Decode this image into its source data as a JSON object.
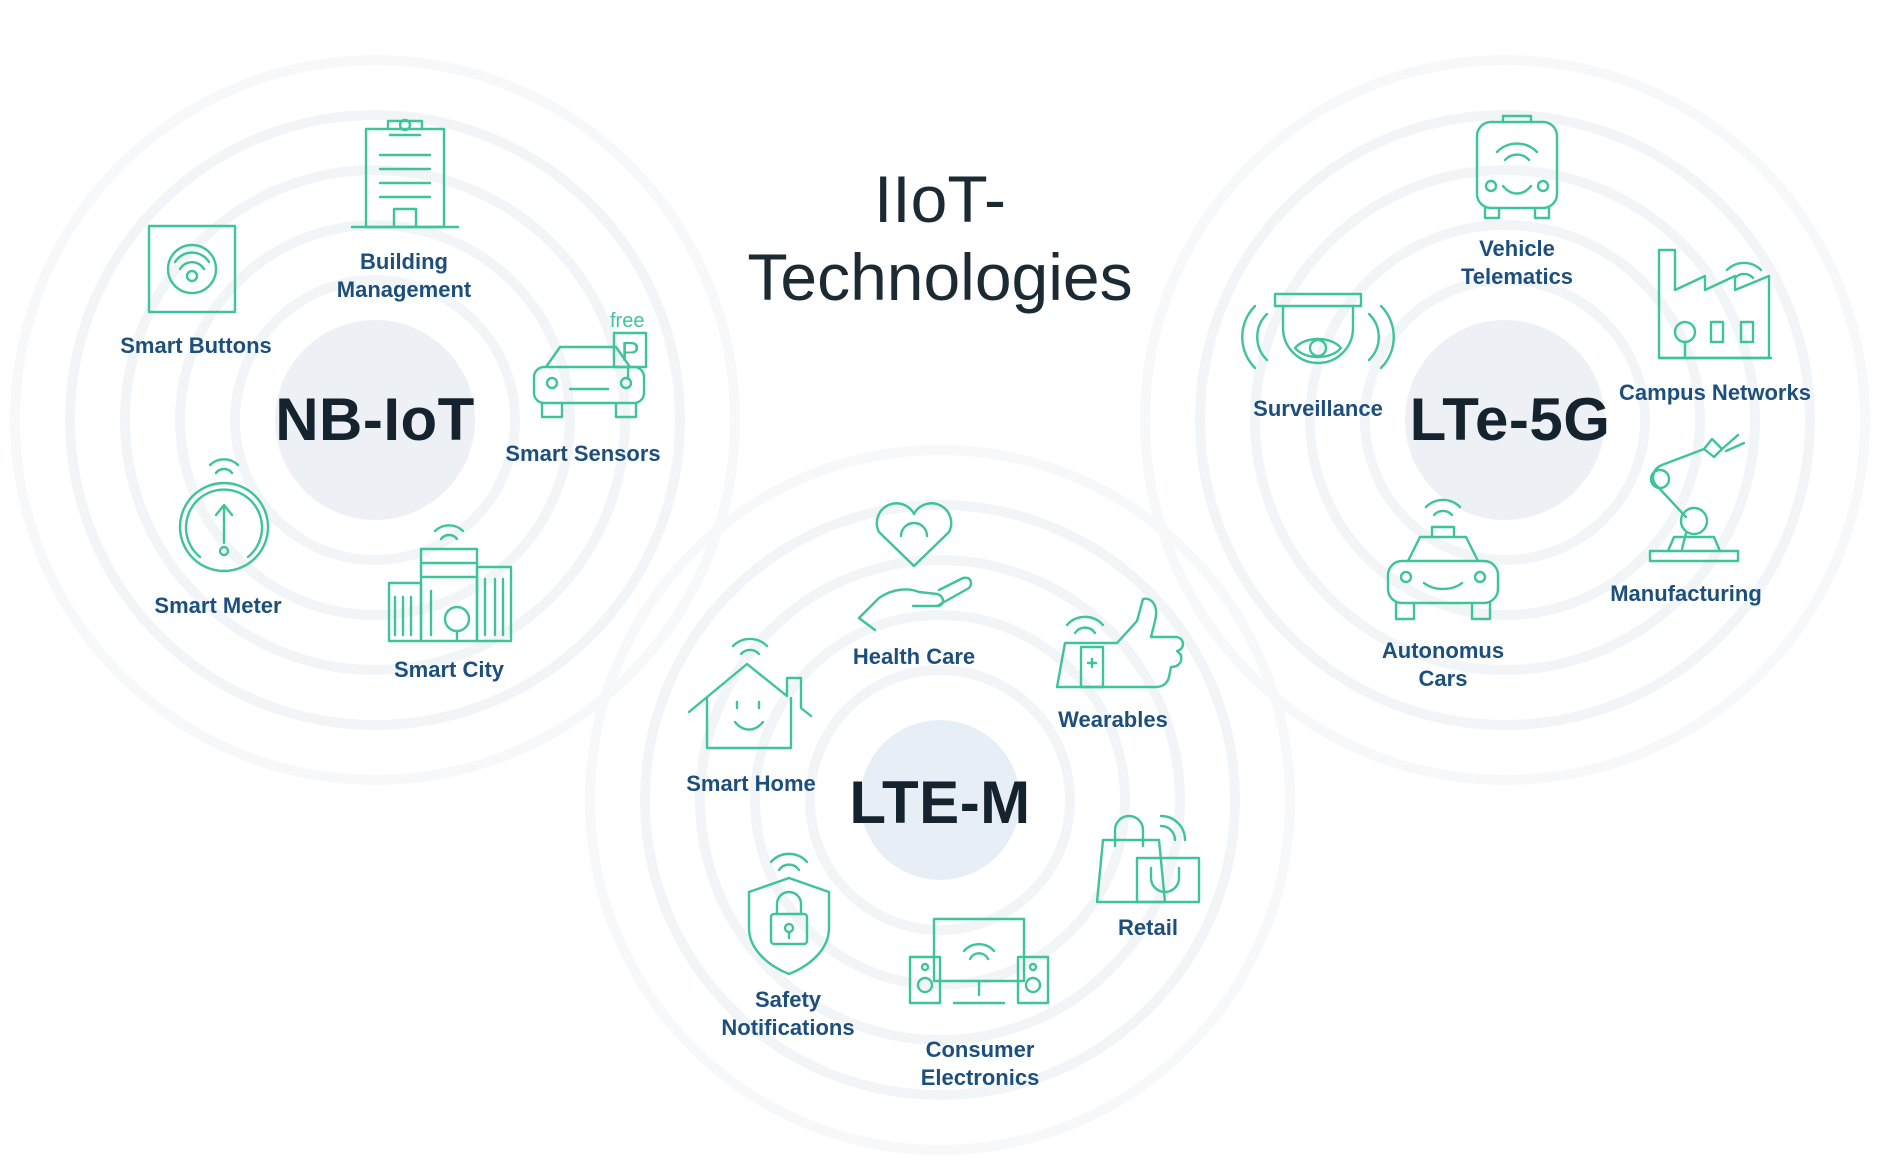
{
  "title": {
    "line1": "IIoT-",
    "line2": "Technologies"
  },
  "colors": {
    "icon": "#3ec39a",
    "label": "#1d4f7c",
    "hub": "#14232d",
    "ring": "#f1f4f7",
    "core": "#e9eef5"
  },
  "clusters": {
    "nbiot": {
      "name": "NB-IoT",
      "items": {
        "building": {
          "line1": "Building",
          "line2": "Management",
          "icon": "clipboard-building-icon"
        },
        "buttons": {
          "label": "Smart Buttons",
          "icon": "smart-button-icon"
        },
        "sensors": {
          "label": "Smart Sensors",
          "icon": "parking-car-icon",
          "sign_text": "free",
          "sign_letter": "P"
        },
        "meter": {
          "label": "Smart Meter",
          "icon": "meter-gauge-icon"
        },
        "city": {
          "label": "Smart City",
          "icon": "city-buildings-icon"
        }
      }
    },
    "ltem": {
      "name": "LTE-M",
      "items": {
        "health": {
          "label": "Health Care",
          "icon": "heart-hand-icon"
        },
        "wearables": {
          "label": "Wearables",
          "icon": "wearable-thumb-icon"
        },
        "home": {
          "label": "Smart Home",
          "icon": "smart-home-icon"
        },
        "retail": {
          "label": "Retail",
          "icon": "shopping-bags-icon"
        },
        "safety": {
          "line1": "Safety",
          "line2": "Notifications",
          "icon": "shield-lock-icon"
        },
        "consumer": {
          "line1": "Consumer",
          "line2": "Electronics",
          "icon": "tv-speakers-icon"
        }
      }
    },
    "lte5g": {
      "name": "LTe-5G",
      "items": {
        "telematics": {
          "line1": "Vehicle",
          "line2": "Telematics",
          "icon": "vehicle-front-icon"
        },
        "campus": {
          "label": "Campus Networks",
          "icon": "factory-icon"
        },
        "surveillance": {
          "label": "Surveillance",
          "icon": "camera-eye-icon"
        },
        "manufacturing": {
          "label": "Manufacturing",
          "icon": "robot-arm-icon"
        },
        "autonomous": {
          "line1": "Autonomus",
          "line2": "Cars",
          "icon": "autonomous-car-icon"
        }
      }
    }
  }
}
